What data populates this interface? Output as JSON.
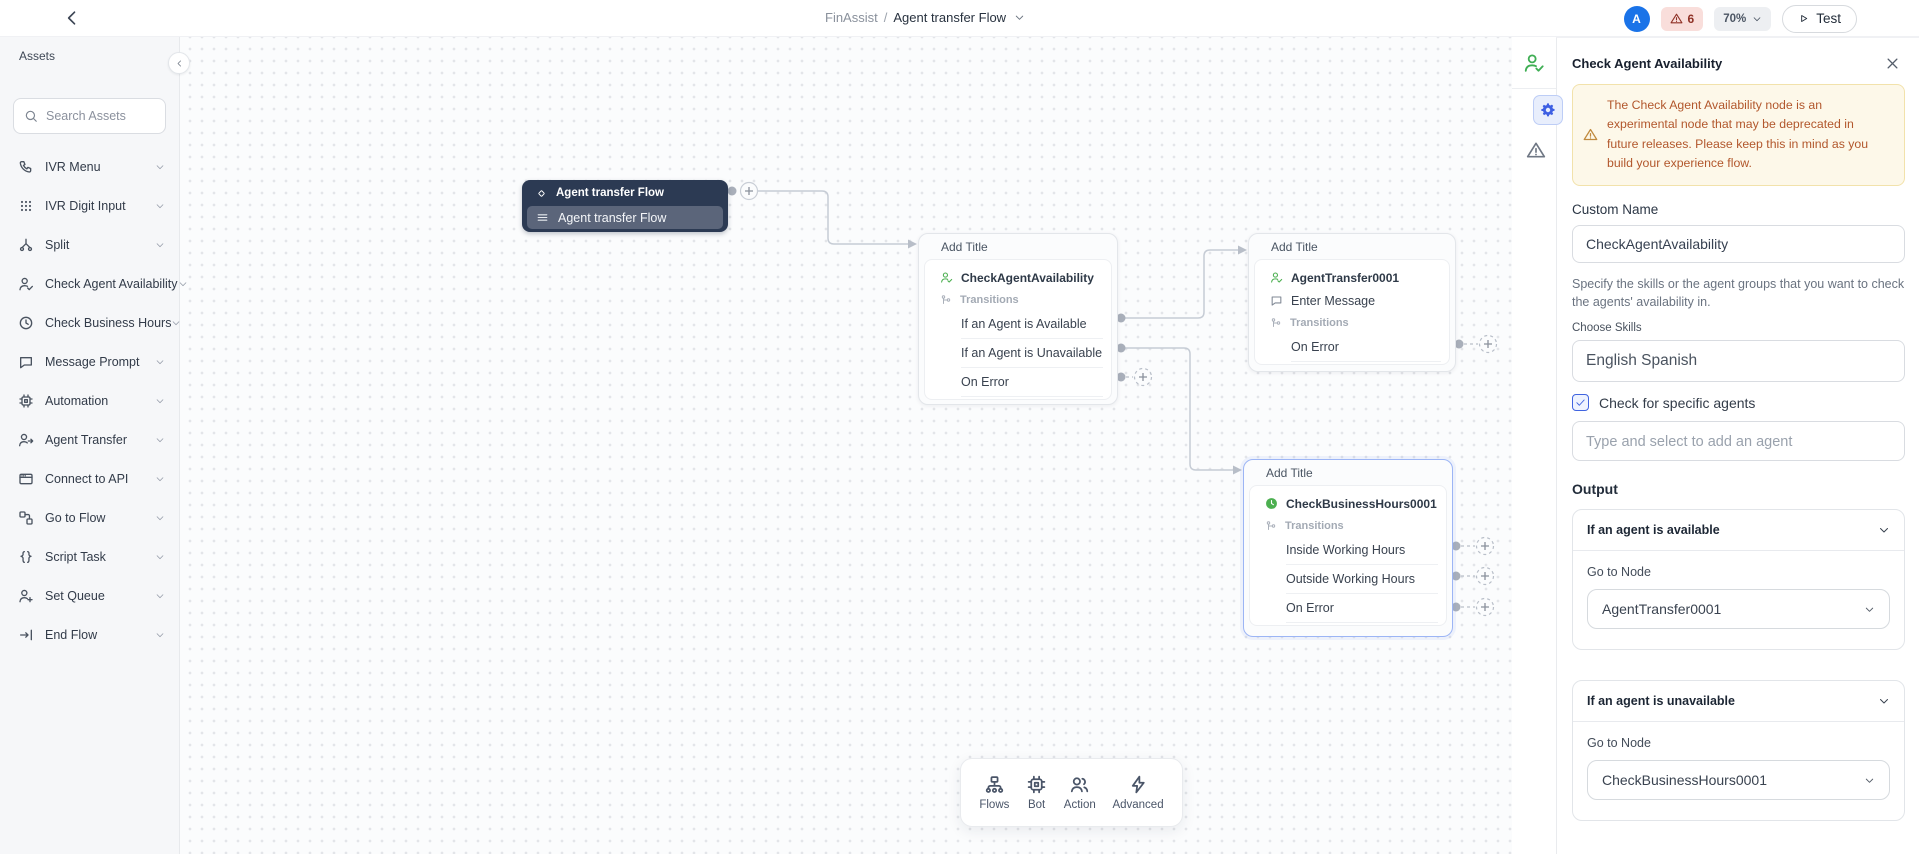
{
  "topbar": {
    "breadcrumb": {
      "app": "FinAssist",
      "separator": "/",
      "page": "Agent transfer Flow"
    },
    "avatar_initial": "A",
    "warning_count": "6",
    "zoom_level": "70%",
    "test_label": "Test"
  },
  "sidebar": {
    "title": "Assets",
    "search_placeholder": "Search Assets",
    "items": [
      {
        "label": "IVR Menu",
        "icon": "ivr-menu-icon"
      },
      {
        "label": "IVR Digit Input",
        "icon": "keypad-icon"
      },
      {
        "label": "Split",
        "icon": "split-icon"
      },
      {
        "label": "Check Agent Availability",
        "icon": "agent-check-icon"
      },
      {
        "label": "Check Business Hours",
        "icon": "clock-icon"
      },
      {
        "label": "Message Prompt",
        "icon": "message-icon"
      },
      {
        "label": "Automation",
        "icon": "chip-icon"
      },
      {
        "label": "Agent Transfer",
        "icon": "agent-transfer-icon"
      },
      {
        "label": "Connect to API",
        "icon": "api-icon"
      },
      {
        "label": "Go to Flow",
        "icon": "goto-flow-icon"
      },
      {
        "label": "Script Task",
        "icon": "script-icon"
      },
      {
        "label": "Set Queue",
        "icon": "queue-icon"
      },
      {
        "label": "End Flow",
        "icon": "end-flow-icon"
      }
    ]
  },
  "canvas": {
    "start_node": {
      "title": "Agent transfer Flow",
      "subtitle": "Agent transfer Flow"
    },
    "nodes": [
      {
        "title": "Add Title",
        "name": "CheckAgentAvailability",
        "name_icon": "agent-check-icon",
        "transitions_label": "Transitions",
        "rows": [
          "If an Agent is Available",
          "If an Agent is Unavailable",
          "On Error"
        ]
      },
      {
        "title": "Add Title",
        "name": "AgentTransfer0001",
        "name_icon": "agent-check-icon",
        "message_label": "Enter Message",
        "transitions_label": "Transitions",
        "rows": [
          "On Error"
        ]
      },
      {
        "title": "Add Title",
        "name": "CheckBusinessHours0001",
        "name_icon": "clock-icon",
        "transitions_label": "Transitions",
        "rows": [
          "Inside Working Hours",
          "Outside Working Hours",
          "On Error"
        ]
      }
    ],
    "toolbar": [
      {
        "label": "Flows",
        "icon": "flows-icon"
      },
      {
        "label": "Bot",
        "icon": "bot-icon"
      },
      {
        "label": "Action",
        "icon": "action-icon"
      },
      {
        "label": "Advanced",
        "icon": "advanced-icon"
      }
    ]
  },
  "panel": {
    "title": "Check Agent Availability",
    "warning": "The Check Agent Availability node is an experimental node that may be deprecated in future releases. Please keep this in mind as you build your experience flow.",
    "custom_name_label": "Custom Name",
    "custom_name_value": "CheckAgentAvailability",
    "skills_help": "Specify the skills or the agent groups that you want to check the agents' availability in.",
    "choose_skills_label": "Choose Skills",
    "skills_value": "English Spanish",
    "specific_agents_label": "Check for specific agents",
    "agent_placeholder": "Type and select to add an agent",
    "output_label": "Output",
    "outputs": [
      {
        "condition": "If an agent is available",
        "goto_label": "Go to Node",
        "goto_value": "AgentTransfer0001"
      },
      {
        "condition": "If an agent is unavailable",
        "goto_label": "Go to Node",
        "goto_value": "CheckBusinessHours0001"
      }
    ]
  },
  "colors": {
    "accent_blue": "#3d5fe3",
    "avatar_blue": "#1a73e8",
    "success_green": "#4caf50",
    "warning_text": "#b2572c",
    "warning_bg": "#fdf8e9",
    "badge_bg": "#f9dedb",
    "badge_text": "#8f3126",
    "node_dark": "#2c3a53",
    "connector_gray": "#c6ccd5"
  }
}
